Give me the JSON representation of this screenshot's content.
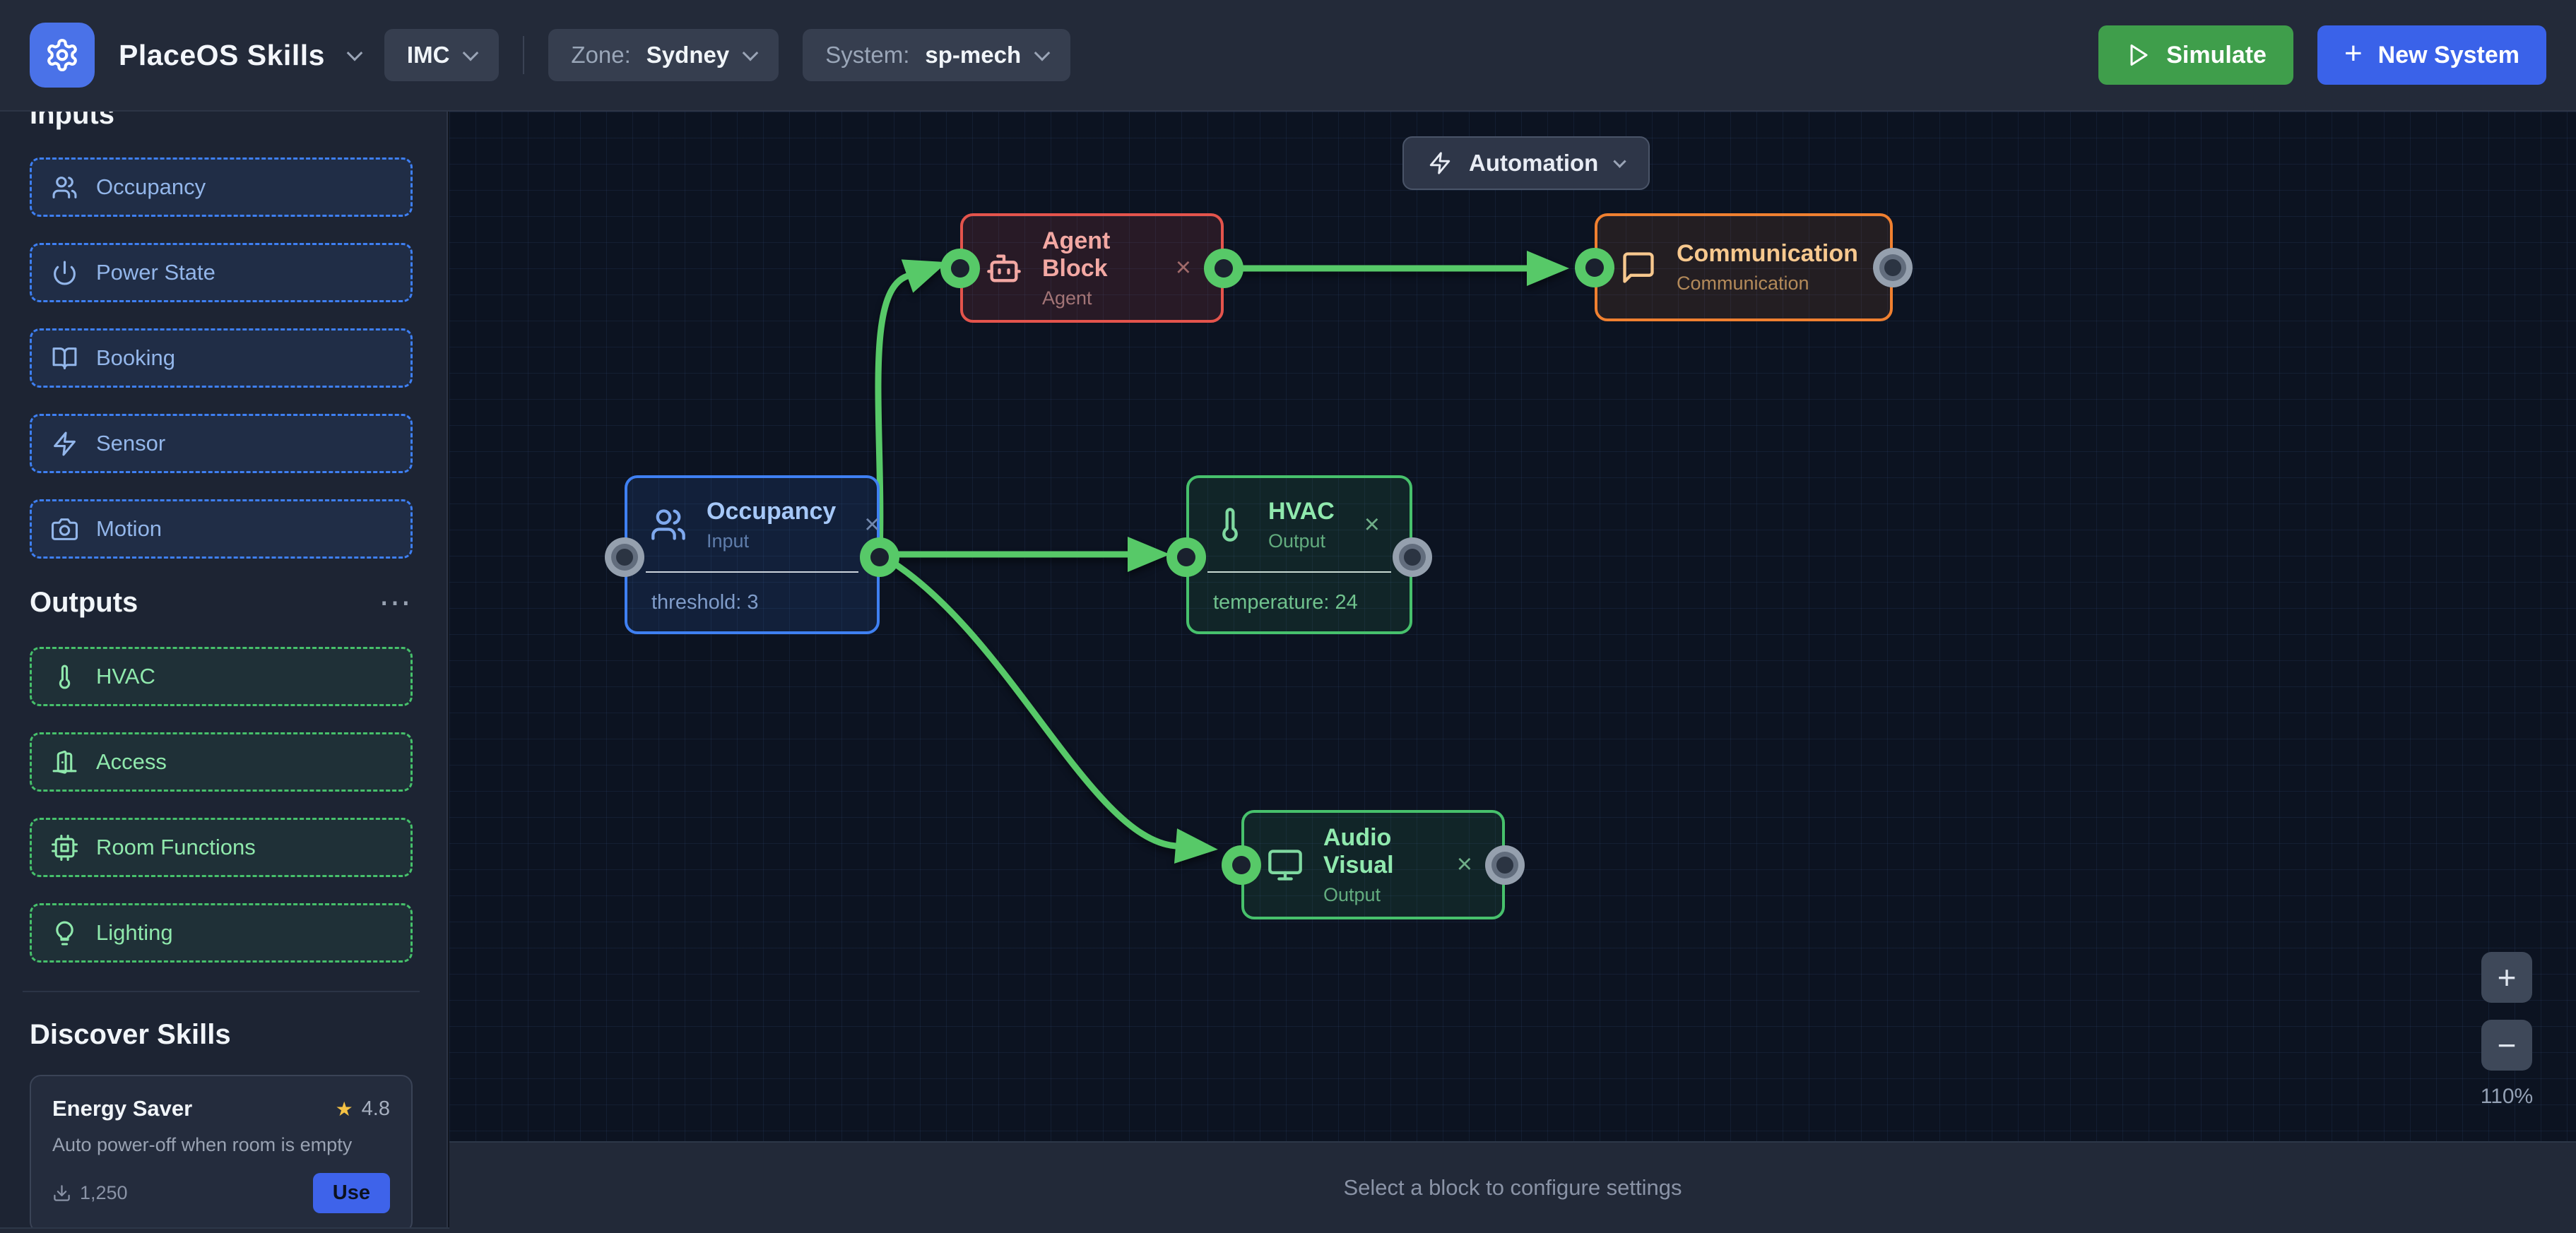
{
  "header": {
    "logo_icon": "gear-icon",
    "app_title": "PlaceOS Skills",
    "org_selector": "IMC",
    "zone_label": "Zone:",
    "zone_value": "Sydney",
    "system_label": "System:",
    "system_value": "sp-mech",
    "simulate_label": "Simulate",
    "new_system_label": "New System"
  },
  "icons": {
    "close": "×",
    "ellipsis": "⋯",
    "plus": "+",
    "star": "★"
  },
  "sidebar": {
    "inputs": {
      "title": "Inputs",
      "items": [
        {
          "label": "Occupancy",
          "icon": "users-icon"
        },
        {
          "label": "Power State",
          "icon": "power-icon"
        },
        {
          "label": "Booking",
          "icon": "book-open-icon"
        },
        {
          "label": "Sensor",
          "icon": "zap-icon"
        },
        {
          "label": "Motion",
          "icon": "camera-icon"
        }
      ]
    },
    "outputs": {
      "title": "Outputs",
      "menu_icon": "ellipsis-icon",
      "items": [
        {
          "label": "HVAC",
          "icon": "thermometer-icon"
        },
        {
          "label": "Access",
          "icon": "door-open-icon"
        },
        {
          "label": "Room Functions",
          "icon": "cpu-icon"
        },
        {
          "label": "Lighting",
          "icon": "lightbulb-icon"
        }
      ]
    },
    "discover": {
      "title": "Discover Skills",
      "card": {
        "name": "Energy Saver",
        "rating": "4.8",
        "description": "Auto power-off when room is empty",
        "downloads": "1,250",
        "use_label": "Use"
      }
    }
  },
  "canvas": {
    "mode_selector": {
      "label": "Automation",
      "icon": "bolt-icon"
    },
    "nodes": {
      "agent": {
        "title": "Agent Block",
        "subtitle": "Agent",
        "icon": "robot-icon",
        "accent": "#e4544c"
      },
      "communication": {
        "title": "Communication",
        "subtitle": "Communication",
        "icon": "chat-icon",
        "accent": "#f08030"
      },
      "occupancy": {
        "title": "Occupancy",
        "subtitle": "Input",
        "icon": "users-icon",
        "accent": "#3f80f2",
        "param": "threshold: 3"
      },
      "hvac": {
        "title": "HVAC",
        "subtitle": "Output",
        "icon": "thermometer-icon",
        "accent": "#47c16c",
        "param": "temperature: 24"
      },
      "audio_visual": {
        "title": "Audio Visual",
        "subtitle": "Output",
        "icon": "monitor-icon",
        "accent": "#47c16c"
      }
    },
    "edge_color": "#57c968",
    "zoom": {
      "in_label": "+",
      "out_label": "−",
      "level": "110%"
    }
  },
  "statusbar": {
    "message": "Select a block to configure settings"
  }
}
